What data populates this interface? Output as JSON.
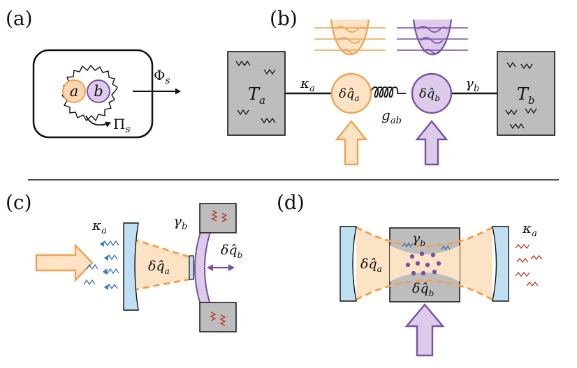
{
  "panels": {
    "a": {
      "label": "(a)",
      "mode_a": "a",
      "mode_b": "b",
      "flux": "Φ",
      "flux_sub": "s",
      "prod": "Π",
      "prod_sub": "s"
    },
    "b": {
      "label": "(b)",
      "bath_a": "T",
      "bath_a_sub": "a",
      "bath_b": "T",
      "bath_b_sub": "b",
      "kappa": "κ",
      "kappa_sub": "a",
      "gamma": "γ",
      "gamma_sub": "b",
      "g": "g",
      "g_sub": "ab",
      "delta": "δ",
      "q": "q̂",
      "q_sub_a": "a",
      "q_sub_b": "b"
    },
    "c": {
      "label": "(c)",
      "kappa": "κ",
      "kappa_sub": "a",
      "gamma": "γ",
      "gamma_sub": "b",
      "delta": "δ",
      "q": "q̂",
      "q_sub_a": "a",
      "q_sub_b": "b"
    },
    "d": {
      "label": "(d)",
      "kappa": "κ",
      "kappa_sub": "a",
      "gamma": "γ",
      "gamma_sub": "b",
      "delta": "δ",
      "q": "q̂",
      "q_sub_a": "a",
      "q_sub_b": "b"
    }
  },
  "colors": {
    "orange": "#f0a24e",
    "orange_fill": "#fde3c6",
    "purple": "#7b4fa6",
    "purple_fill": "#dccbe9",
    "gray": "#bdbdbd",
    "blue": "#3d7ab8",
    "mirror_fill": "#bfe0f2",
    "red": "#c0392b",
    "mode_a_fill": "#fbd6b3"
  }
}
